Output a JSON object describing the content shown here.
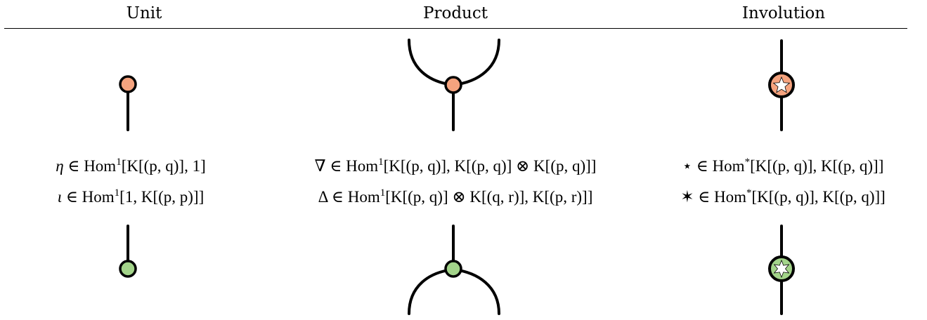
{
  "columns": [
    {
      "header": "Unit",
      "formulas": [
        {
          "symbol": "η",
          "hom_sup": "1",
          "args": "[K[(p, q)], 1]"
        },
        {
          "symbol": "ι",
          "hom_sup": "1",
          "args": "[1, K[(p, p)]]"
        }
      ]
    },
    {
      "header": "Product",
      "formulas": [
        {
          "symbol": "∇",
          "hom_sup": "1",
          "args": "[K[(p, q)], K[(p, q)] ⊗ K[(p, q)]]"
        },
        {
          "symbol": "Δ",
          "hom_sup": "1",
          "args": "[K[(p, q)] ⊗ K[(q, r)], K[(p, r)]]"
        }
      ]
    },
    {
      "header": "Involution",
      "formulas": [
        {
          "symbol": "⋆",
          "hom_sup": "*",
          "args": "[K[(p, q)], K[(p, q)]]"
        },
        {
          "symbol": "✶",
          "hom_sup": "*",
          "args": "[K[(p, q)], K[(p, q)]]"
        }
      ]
    }
  ],
  "membership": "∈",
  "hom": "Hom",
  "colors": {
    "orange_node": "#f5a37e",
    "green_node": "#a3d48a",
    "stroke": "#000000",
    "star_fill": "#ffffff"
  },
  "icons": [
    "orange-dot-icon",
    "green-dot-icon",
    "star-icon",
    "six-point-star-icon"
  ]
}
